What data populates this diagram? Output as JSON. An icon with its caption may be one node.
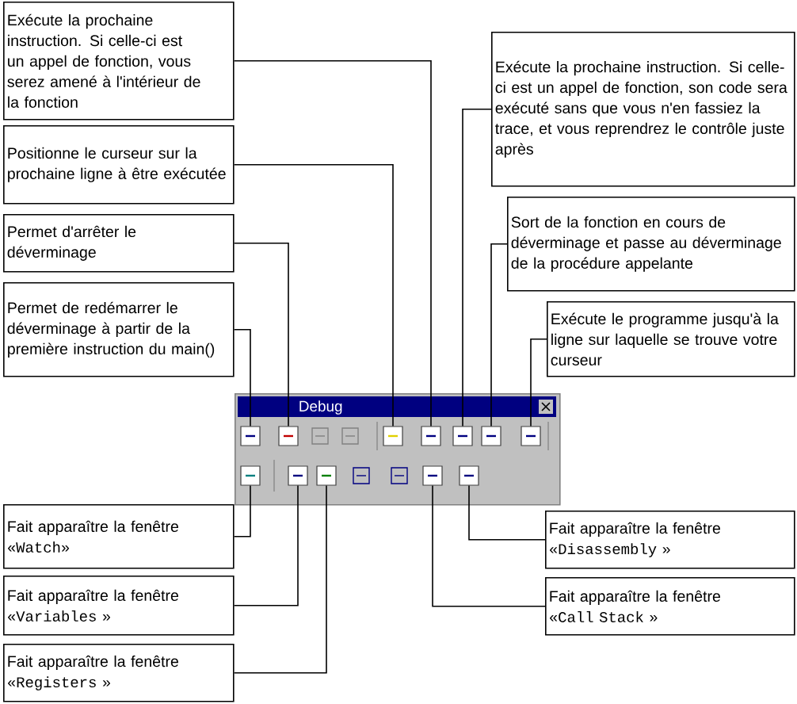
{
  "diagram": {
    "nodes": [
      {
        "text": [
          "Exécute la prochaine instruction. Si celle-ci est un appel de fonction, vous serez amené à l'intérieur de la fonction"
        ]
      },
      {
        "text": [
          "Positionne le curseur sur la prochaine ligne à être exécutée"
        ]
      },
      {
        "text": [
          "Permet d'arrêter le déverminage"
        ]
      },
      {
        "text": [
          "Permet de redémarrer le déverminage à partir de la première instruction du main()"
        ]
      },
      {
        "text": [
          "Exécute la prochaine instruction. Si celle-ci est un appel de fonction, son code sera exécuté sans que vous n'en fassiez la trace, et vous reprendrez le contrôle juste après"
        ]
      },
      {
        "text": [
          "Sort de la fonction en cours de déverminage et  passe au déverminage de la procédure appelante"
        ]
      },
      {
        "text": [
          "Exécute le programme jusqu'à la ligne sur laquelle se trouve votre curseur"
        ]
      },
      {
        "text": [
          "Fait apparaître la fenêtre",
          "«Watch»"
        ]
      },
      {
        "text": [
          "Fait apparaître la fenêtre",
          "«Variables »"
        ]
      },
      {
        "text": [
          "Fait apparaître la fenêtre",
          "«Registers »"
        ]
      },
      {
        "text": [
          "Fait apparaître la fenêtre",
          "«Disassembly »"
        ]
      },
      {
        "text": [
          "Fait apparaître la fenêtre",
          "«Call Stack »"
        ]
      },
      {
        "text": [
          "Debug"
        ]
      },
      {
        "text": [],
        "shape": "picture",
        "in": 12
      },
      {
        "text": [],
        "shape": "picture",
        "in": 12
      },
      {
        "text": [],
        "shape": "picture",
        "in": 12
      },
      {
        "text": [],
        "shape": "picture",
        "in": 12
      },
      {
        "text": [],
        "shape": "picture",
        "in": 12
      },
      {
        "text": [],
        "shape": "picture",
        "in": 12
      },
      {
        "text": [],
        "shape": "picture",
        "in": 12
      },
      {
        "text": [],
        "shape": "picture",
        "in": 12
      },
      {
        "text": [],
        "shape": "picture",
        "in": 12
      },
      {
        "text": [],
        "shape": "picture",
        "in": 12
      },
      {
        "text": [],
        "shape": "picture",
        "in": 12
      },
      {
        "text": [],
        "shape": "picture",
        "in": 12
      }
    ],
    "edges": [
      {
        "from": 0,
        "to": 16,
        "arrow": "none"
      },
      {
        "from": 1,
        "to": 15,
        "arrow": "none"
      },
      {
        "from": 2,
        "to": 14,
        "arrow": "none"
      },
      {
        "from": 3,
        "to": 13,
        "arrow": "none"
      },
      {
        "from": 4,
        "to": 17,
        "arrow": "none"
      },
      {
        "from": 5,
        "to": 18,
        "arrow": "none"
      },
      {
        "from": 6,
        "to": 19,
        "arrow": "none"
      },
      {
        "from": 7,
        "to": 20,
        "arrow": "none"
      },
      {
        "from": 8,
        "to": 21,
        "arrow": "none"
      },
      {
        "from": 9,
        "to": 22,
        "arrow": "none"
      },
      {
        "from": 10,
        "to": 24,
        "arrow": "none"
      },
      {
        "from": 11,
        "to": 23,
        "arrow": "none"
      }
    ]
  }
}
